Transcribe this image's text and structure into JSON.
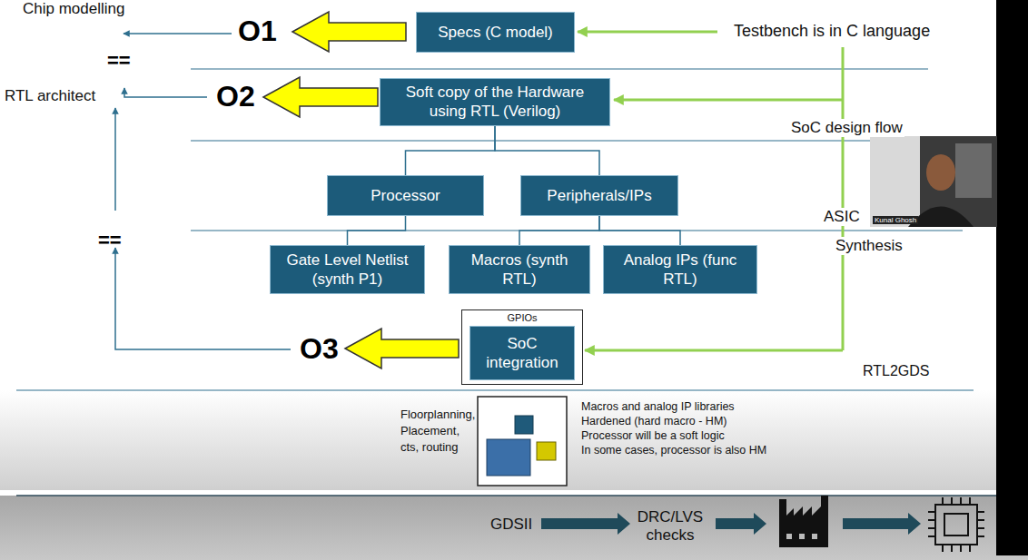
{
  "diagram": {
    "nodes": [
      {
        "text": [
          "Specs (C model)"
        ]
      },
      {
        "text": [
          "Soft copy of the Hardware using RTL (Verilog)"
        ]
      },
      {
        "text": [
          "Processor"
        ]
      },
      {
        "text": [
          "Peripherals/IPs"
        ]
      },
      {
        "text": [
          "Gate Level Netlist (synth P1)"
        ]
      },
      {
        "text": [
          "Macros (synth RTL)"
        ]
      },
      {
        "text": [
          "Analog IPs (func RTL)"
        ]
      },
      {
        "text": [
          "GPIOs"
        ]
      },
      {
        "text": [
          "SoC integration"
        ],
        "in": 7
      }
    ],
    "edges": [
      {
        "from": 1,
        "to": 2,
        "arrow": "none"
      },
      {
        "from": 1,
        "to": 3,
        "arrow": "none"
      },
      {
        "from": 2,
        "to": 4,
        "arrow": "none"
      },
      {
        "from": 3,
        "to": 5,
        "arrow": "none"
      },
      {
        "from": 3,
        "to": 6,
        "arrow": "none"
      }
    ],
    "labels": [
      "Chip modelling",
      "O1",
      "Testbench is in C language",
      "==",
      "RTL architect",
      "O2",
      "SoC design flow",
      "ASIC",
      "Synthesis",
      "==",
      "O3",
      "RTL2GDS",
      "Floorplanning, Placement, cts, routing",
      "Macros and analog IP libraries",
      "Hardened (hard macro - HM)",
      "Processor will be a soft logic",
      "In some cases, processor is also HM",
      "GDSII",
      "DRC/LVS checks",
      "Kunal Ghosh"
    ]
  }
}
